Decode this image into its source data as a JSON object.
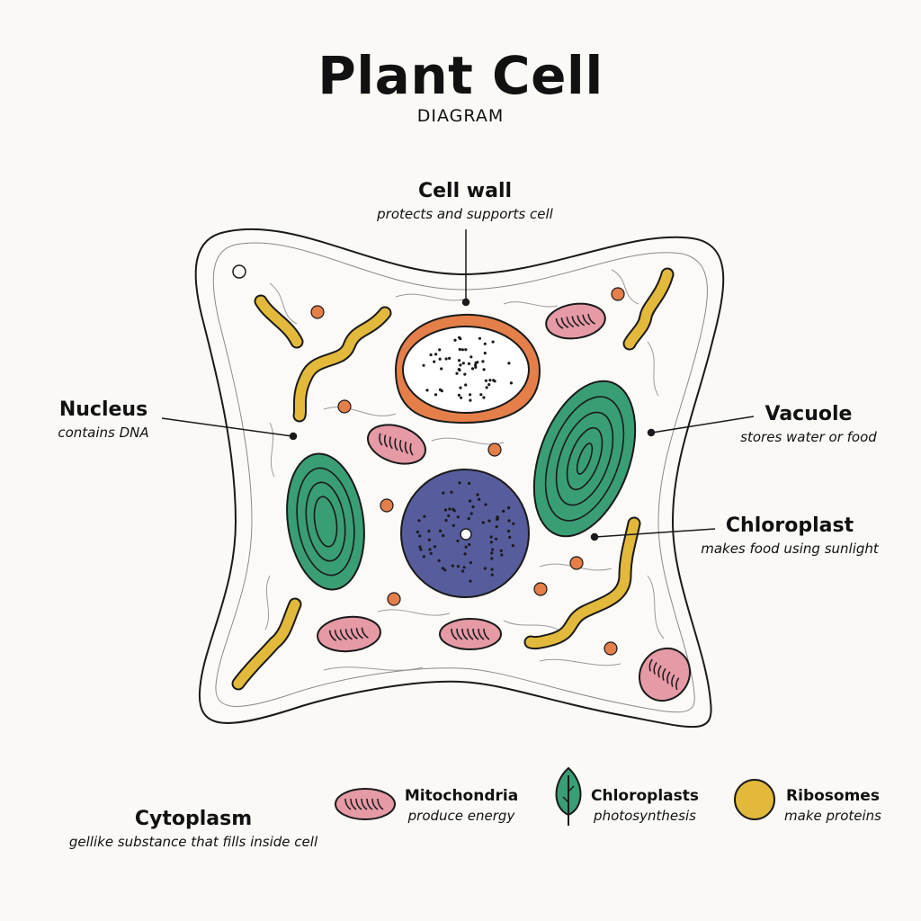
{
  "title": "Plant Cell",
  "subtitle": "DIAGRAM",
  "labels": {
    "cell_wall": {
      "name": "Cell wall",
      "desc": "protects and supports cell"
    },
    "nucleus": {
      "name": "Nucleus",
      "desc": "contains DNA"
    },
    "vacuole": {
      "name": "Vacuole",
      "desc": "stores water or food"
    },
    "chloroplast": {
      "name": "Chloroplast",
      "desc": "makes food using sunlight"
    },
    "cytoplasm": {
      "name": "Cytoplasm",
      "desc": "gellike substance that fills inside cell"
    }
  },
  "legend": {
    "mitochondria": {
      "name": "Mitochondria",
      "desc": "produce energy",
      "icon": "mitochondria-icon"
    },
    "chloroplasts": {
      "name": "Chloroplasts",
      "desc": "photosynthesis",
      "icon": "leaf-icon"
    },
    "ribosomes": {
      "name": "Ribosomes",
      "desc": "make proteins",
      "icon": "ribosome-icon"
    }
  },
  "colors": {
    "background": "#faf9f6",
    "chloroplast": "#3a9e74",
    "mitochondria": "#e59aa6",
    "ribosome": "#e2b93b",
    "orange": "#e57f4a",
    "nucleus": "#575c9d"
  }
}
